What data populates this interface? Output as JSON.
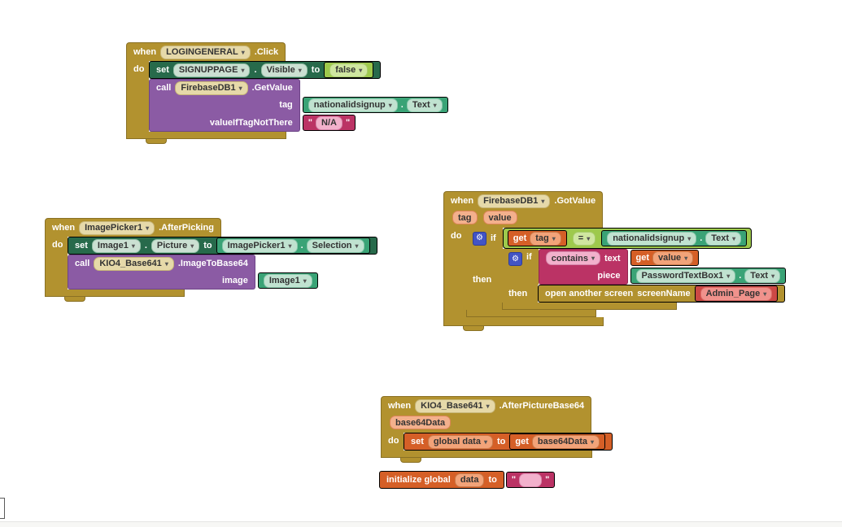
{
  "ui": {
    "dot": ".",
    "quote": "\"",
    "icons": {
      "dropdown_arrow": "▾",
      "mutator_gear": "⚙"
    }
  },
  "colors": {
    "event_gold": "#B2922F",
    "setter_green": "#276A4B",
    "method_purple": "#8B5BA4",
    "getter_teal": "#3AA376",
    "logic_green": "#9EC94C",
    "text_magenta": "#BB3365",
    "variable_orange": "#D55F27",
    "screen_red": "#CC4945",
    "mutator_blue": "#4254C5"
  },
  "login_click": {
    "when": "when",
    "component": "LOGINGENERAL",
    "event": ".Click",
    "do_label": "do",
    "set_visible": {
      "set": "set",
      "component": "SIGNUPPAGE",
      "property": "Visible",
      "to": "to",
      "value": "false"
    },
    "get_value_call": {
      "call": "call",
      "component": "FirebaseDB1",
      "method": ".GetValue",
      "tag_label": "tag",
      "tag_value": {
        "component": "nationalidsignup",
        "property": "Text"
      },
      "not_there_label": "valueIfTagNotThere",
      "not_there_value": "N/A"
    }
  },
  "image_picker": {
    "when": "when",
    "component": "ImagePicker1",
    "event": ".AfterPicking",
    "do_label": "do",
    "set_picture": {
      "set": "set",
      "component": "Image1",
      "property": "Picture",
      "to": "to",
      "value": {
        "component": "ImagePicker1",
        "property": "Selection"
      }
    },
    "to_base64_call": {
      "call": "call",
      "component": "KIO4_Base641",
      "method": ".ImageToBase64",
      "image_label": "image",
      "image_value": {
        "component": "Image1"
      }
    }
  },
  "got_value": {
    "when": "when",
    "component": "FirebaseDB1",
    "event": ".GotValue",
    "params": [
      "tag",
      "value"
    ],
    "do_label": "do",
    "outer_if": {
      "if_label": "if",
      "then_label": "then",
      "condition": {
        "get": "get",
        "variable": "tag",
        "operator": "=",
        "right": {
          "component": "nationalidsignup",
          "property": "Text"
        }
      }
    },
    "inner_if": {
      "if_label": "if",
      "then_label": "then",
      "condition": {
        "operator": "contains",
        "text_label": "text",
        "text_value": {
          "get": "get",
          "variable": "value"
        },
        "piece_label": "piece",
        "piece_value": {
          "component": "PasswordTextBox1",
          "property": "Text"
        }
      }
    },
    "open_screen": {
      "label": "open another screen",
      "screen_name_label": "screenName",
      "screen": "Admin_Page"
    }
  },
  "after_picture": {
    "when": "when",
    "component": "KIO4_Base641",
    "event": ".AfterPictureBase64",
    "param": "base64Data",
    "do_label": "do",
    "set_global": {
      "set": "set",
      "variable": "global data",
      "to": "to",
      "value": {
        "get": "get",
        "variable": "base64Data"
      }
    }
  },
  "init_global": {
    "label": "initialize global",
    "name": "data",
    "to": "to",
    "value": ""
  }
}
